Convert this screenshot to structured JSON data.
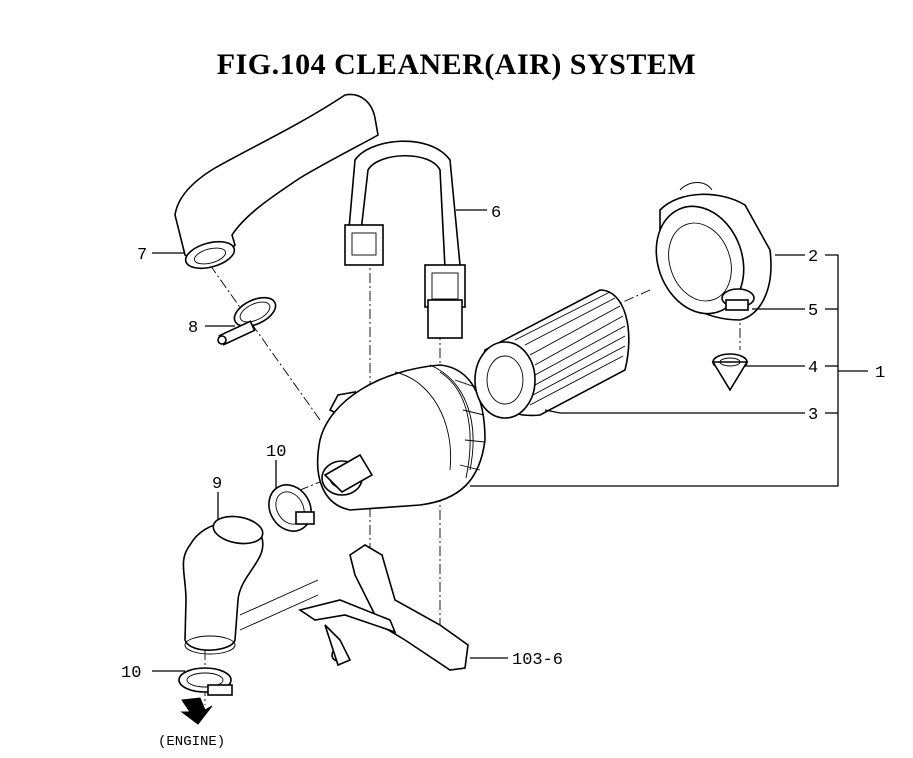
{
  "title": "FIG.104  CLEANER(AIR) SYSTEM",
  "callouts": {
    "c1": "1",
    "c2": "2",
    "c3": "3",
    "c4": "4",
    "c5": "5",
    "c6": "6",
    "c7": "7",
    "c8": "8",
    "c9": "9",
    "c10a": "10",
    "c10b": "10",
    "c103_6": "103-6"
  },
  "engine_label": "(ENGINE)"
}
